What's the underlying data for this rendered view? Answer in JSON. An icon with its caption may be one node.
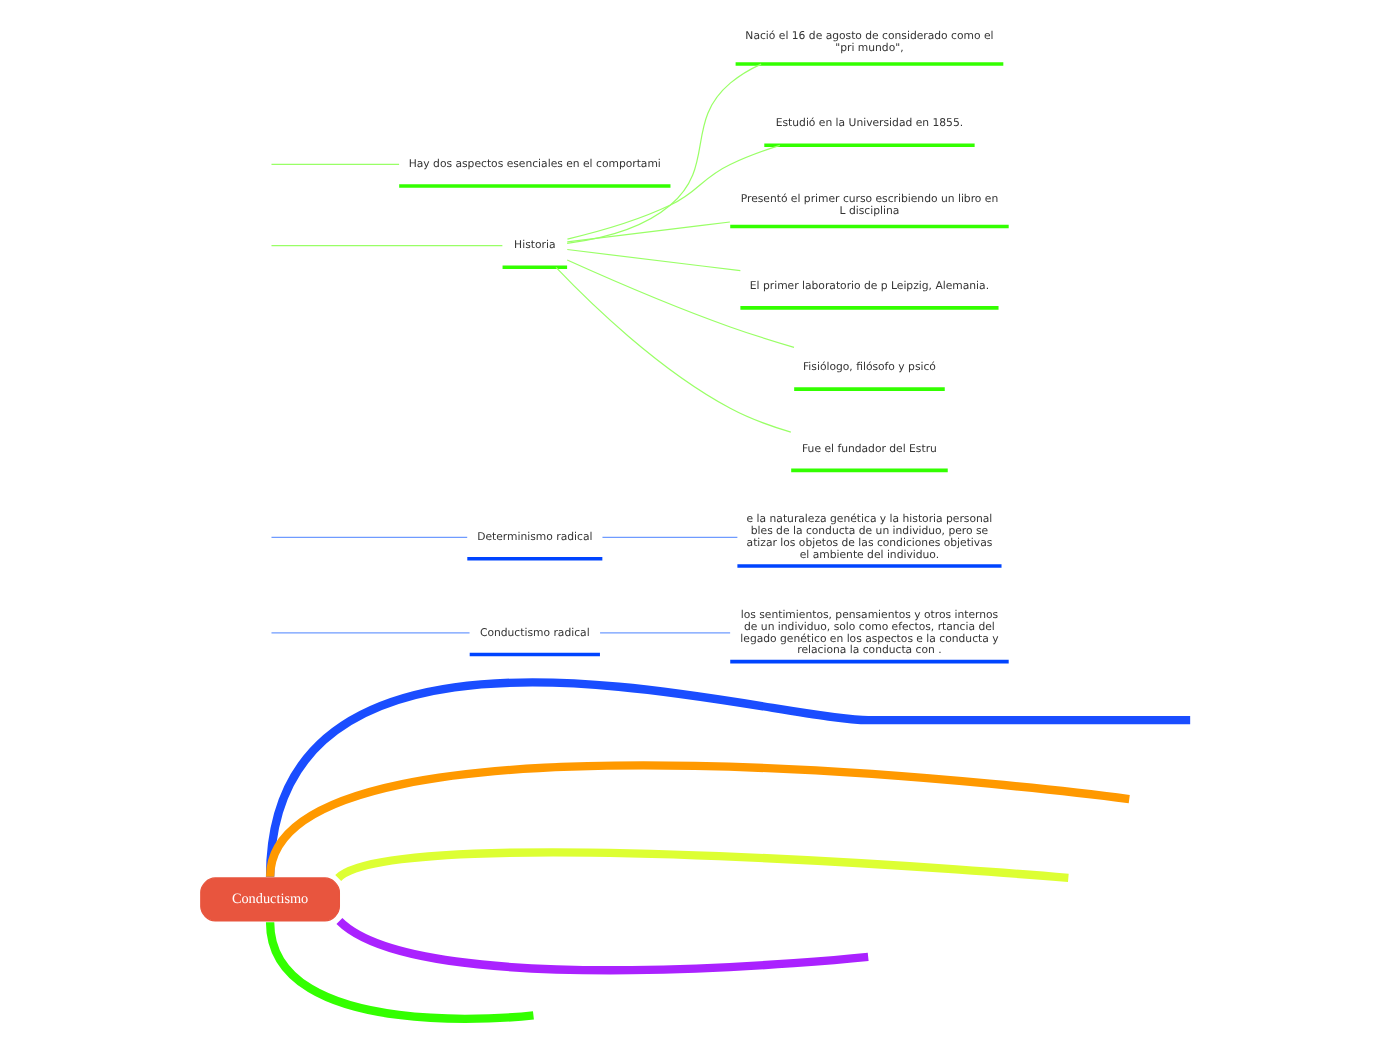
{
  "diagram": {
    "nodes": [
      {
        "text": [
          "Conductismo"
        ]
      },
      {
        "text": [
          "Conductismo radical"
        ]
      },
      {
        "text": [
          "los sentimientos, pensamientos y otros internos de un individuo, solo como efectos, rtancia del legado genético en los aspectos e la conducta y relaciona la conducta con ."
        ]
      },
      {
        "text": [
          "Determinismo radical"
        ]
      },
      {
        "text": [
          "e la naturaleza genética y la historia personal bles de la conducta de un individuo, pero se atizar los objetos de las condiciones objetivas el ambiente del individuo."
        ]
      },
      {
        "text": [
          "Historia"
        ]
      },
      {
        "text": [
          "Nació el 16 de agosto de considerado como el \"pri mundo\","
        ]
      },
      {
        "text": [
          "Estudió en la Universidad en 1855."
        ]
      },
      {
        "text": [
          "Presentó el primer curso escribiendo un libro en L disciplina"
        ]
      },
      {
        "text": [
          "El primer laboratorio de p Leipzig, Alemania."
        ]
      },
      {
        "text": [
          "Fisiólogo, filósofo y psicó"
        ]
      },
      {
        "text": [
          "Fue el fundador del Estru"
        ]
      },
      {
        "text": [
          "Hay dos aspectos esenciales en el comportami"
        ]
      }
    ],
    "edges": [
      {
        "from": 0,
        "to": null,
        "arrow": "none",
        "style": "thick",
        "color": "#1a4dff"
      },
      {
        "from": 0,
        "to": null,
        "arrow": "none",
        "style": "thick",
        "color": "#ff9900"
      },
      {
        "from": 0,
        "to": null,
        "arrow": "none",
        "style": "thick",
        "color": "#ddff33"
      },
      {
        "from": 0,
        "to": null,
        "arrow": "none",
        "style": "thick",
        "color": "#aa22ff"
      },
      {
        "from": 0,
        "to": null,
        "arrow": "none",
        "style": "thick",
        "color": "#33ff00"
      },
      {
        "from": null,
        "to": 1,
        "arrow": "none",
        "color": "#6f9bff"
      },
      {
        "from": null,
        "to": 3,
        "arrow": "none",
        "color": "#6f9bff"
      },
      {
        "from": 1,
        "to": 2,
        "arrow": "none",
        "color": "#6f9bff"
      },
      {
        "from": 3,
        "to": 4,
        "arrow": "none",
        "color": "#6f9bff"
      },
      {
        "from": null,
        "to": 5,
        "arrow": "none"
      },
      {
        "from": null,
        "to": 12,
        "arrow": "none"
      },
      {
        "from": 5,
        "to": 6,
        "arrow": "none"
      },
      {
        "from": 5,
        "to": 7,
        "arrow": "none"
      },
      {
        "from": 5,
        "to": 8,
        "arrow": "none"
      },
      {
        "from": 5,
        "to": 9,
        "arrow": "none"
      },
      {
        "from": 5,
        "to": 10,
        "arrow": "none"
      },
      {
        "from": 5,
        "to": 11,
        "arrow": "none"
      }
    ]
  }
}
